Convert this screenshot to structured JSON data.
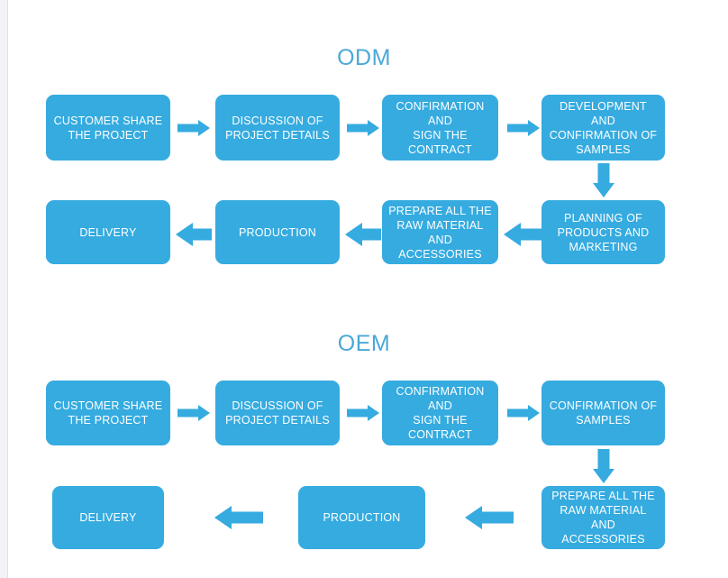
{
  "theme": {
    "node_fill": "#35abe0",
    "node_text": "#ffffff",
    "title_color": "#4aa8d8",
    "arrow_color": "#35abe0",
    "background": "#ffffff"
  },
  "sections": [
    {
      "id": "odm",
      "title": "ODM",
      "rows": [
        {
          "direction": "left-to-right",
          "nodes": [
            {
              "id": "odm-1",
              "lines": [
                "CUSTOMER SHARE",
                "THE PROJECT"
              ],
              "text": "CUSTOMER SHARE THE PROJECT"
            },
            {
              "id": "odm-2",
              "lines": [
                "DISCUSSION OF",
                "PROJECT DETAILS"
              ],
              "text": "DISCUSSION OF PROJECT DETAILS"
            },
            {
              "id": "odm-3",
              "lines": [
                "CONFIRMATION AND",
                "SIGN THE CONTRACT"
              ],
              "text": "CONFIRMATION AND SIGN THE CONTRACT"
            },
            {
              "id": "odm-4",
              "lines": [
                "DEVELOPMENT AND",
                "CONFIRMATION OF",
                "SAMPLES"
              ],
              "text": "DEVELOPMENT AND CONFIRMATION OF SAMPLES"
            }
          ]
        },
        {
          "direction": "right-to-left",
          "nodes": [
            {
              "id": "odm-8",
              "lines": [
                "DELIVERY"
              ],
              "text": "DELIVERY"
            },
            {
              "id": "odm-7",
              "lines": [
                "PRODUCTION"
              ],
              "text": "PRODUCTION"
            },
            {
              "id": "odm-6",
              "lines": [
                "PREPARE ALL THE",
                "RAW MATERIAL AND",
                "ACCESSORIES"
              ],
              "text": "PREPARE ALL THE RAW MATERIAL AND ACCESSORIES"
            },
            {
              "id": "odm-5",
              "lines": [
                "PLANNING OF",
                "PRODUCTS AND",
                "MARKETING"
              ],
              "text": "PLANNING OF PRODUCTS AND MARKETING"
            }
          ]
        }
      ]
    },
    {
      "id": "oem",
      "title": "OEM",
      "rows": [
        {
          "direction": "left-to-right",
          "nodes": [
            {
              "id": "oem-1",
              "lines": [
                "CUSTOMER SHARE",
                "THE PROJECT"
              ],
              "text": "CUSTOMER SHARE THE PROJECT"
            },
            {
              "id": "oem-2",
              "lines": [
                "DISCUSSION OF",
                "PROJECT DETAILS"
              ],
              "text": "DISCUSSION OF PROJECT DETAILS"
            },
            {
              "id": "oem-3",
              "lines": [
                "CONFIRMATION AND",
                "SIGN THE CONTRACT"
              ],
              "text": "CONFIRMATION AND SIGN THE CONTRACT"
            },
            {
              "id": "oem-4",
              "lines": [
                "CONFIRMATION OF",
                "SAMPLES"
              ],
              "text": "CONFIRMATION OF SAMPLES"
            }
          ]
        },
        {
          "direction": "right-to-left",
          "nodes": [
            {
              "id": "oem-7",
              "lines": [
                "DELIVERY"
              ],
              "text": "DELIVERY"
            },
            {
              "id": "oem-6",
              "lines": [
                "PRODUCTION"
              ],
              "text": "PRODUCTION"
            },
            {
              "id": "oem-5",
              "lines": [
                "PREPARE ALL THE",
                "RAW MATERIAL AND",
                "ACCESSORIES"
              ],
              "text": "PREPARE ALL THE RAW MATERIAL AND ACCESSORIES"
            }
          ]
        }
      ]
    }
  ],
  "nodes": {
    "odm_r1_c1_l1": "CUSTOMER SHARE",
    "odm_r1_c1_l2": "THE PROJECT",
    "odm_r1_c2_l1": "DISCUSSION OF",
    "odm_r1_c2_l2": "PROJECT DETAILS",
    "odm_r1_c3_l1": "CONFIRMATION AND",
    "odm_r1_c3_l2": "SIGN THE CONTRACT",
    "odm_r1_c4_l1": "DEVELOPMENT AND",
    "odm_r1_c4_l2": "CONFIRMATION OF",
    "odm_r1_c4_l3": "SAMPLES",
    "odm_r2_c1_l1": "DELIVERY",
    "odm_r2_c2_l1": "PRODUCTION",
    "odm_r2_c3_l1": "PREPARE ALL THE",
    "odm_r2_c3_l2": "RAW MATERIAL AND",
    "odm_r2_c3_l3": "ACCESSORIES",
    "odm_r2_c4_l1": "PLANNING OF",
    "odm_r2_c4_l2": "PRODUCTS AND",
    "odm_r2_c4_l3": "MARKETING",
    "oem_r1_c1_l1": "CUSTOMER SHARE",
    "oem_r1_c1_l2": "THE PROJECT",
    "oem_r1_c2_l1": "DISCUSSION OF",
    "oem_r1_c2_l2": "PROJECT DETAILS",
    "oem_r1_c3_l1": "CONFIRMATION AND",
    "oem_r1_c3_l2": "SIGN THE CONTRACT",
    "oem_r1_c4_l1": "CONFIRMATION OF",
    "oem_r1_c4_l2": "SAMPLES",
    "oem_r2_c1_l1": "DELIVERY",
    "oem_r2_c2_l1": "PRODUCTION",
    "oem_r2_c3_l1": "PREPARE ALL THE",
    "oem_r2_c3_l2": "RAW MATERIAL AND",
    "oem_r2_c3_l3": "ACCESSORIES"
  },
  "titles": {
    "odm": "ODM",
    "oem": "OEM"
  }
}
